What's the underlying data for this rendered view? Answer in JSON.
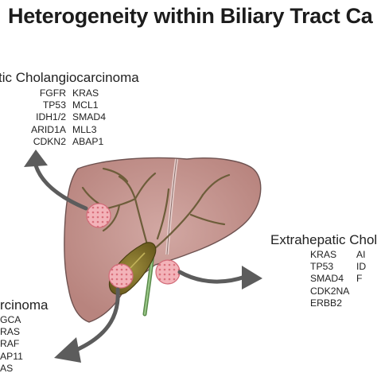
{
  "title": "Heterogeneity within Biliary Tract Ca",
  "intrahepatic": {
    "heading": "tic Cholangiocarcinoma",
    "genes": [
      [
        "FGFR",
        "KRAS"
      ],
      [
        "TP53",
        "MCL1"
      ],
      [
        "IDH1/2",
        "SMAD4"
      ],
      [
        "ARID1A",
        "MLL3"
      ],
      [
        "CDKN2",
        "ABAP1"
      ]
    ]
  },
  "extrahepatic": {
    "heading": "Extrahepatic Chola",
    "genes": [
      [
        "KRAS",
        "AI"
      ],
      [
        "TP53",
        "ID"
      ],
      [
        "SMAD4",
        "F"
      ],
      [
        "CDK2NA",
        ""
      ],
      [
        "ERBB2",
        ""
      ]
    ]
  },
  "gallbladder": {
    "heading": "rcinoma",
    "genes": [
      "GCA",
      "RAS",
      "RAF",
      "AP11",
      "AS"
    ]
  },
  "colors": {
    "liver": "#c89a95",
    "liver_outline": "#6e5250",
    "bile_duct": "#6d5d3a",
    "gallbladder": "#7b6a2a",
    "tumor": "#f0a6ad",
    "arrow": "#5c5c5c"
  }
}
